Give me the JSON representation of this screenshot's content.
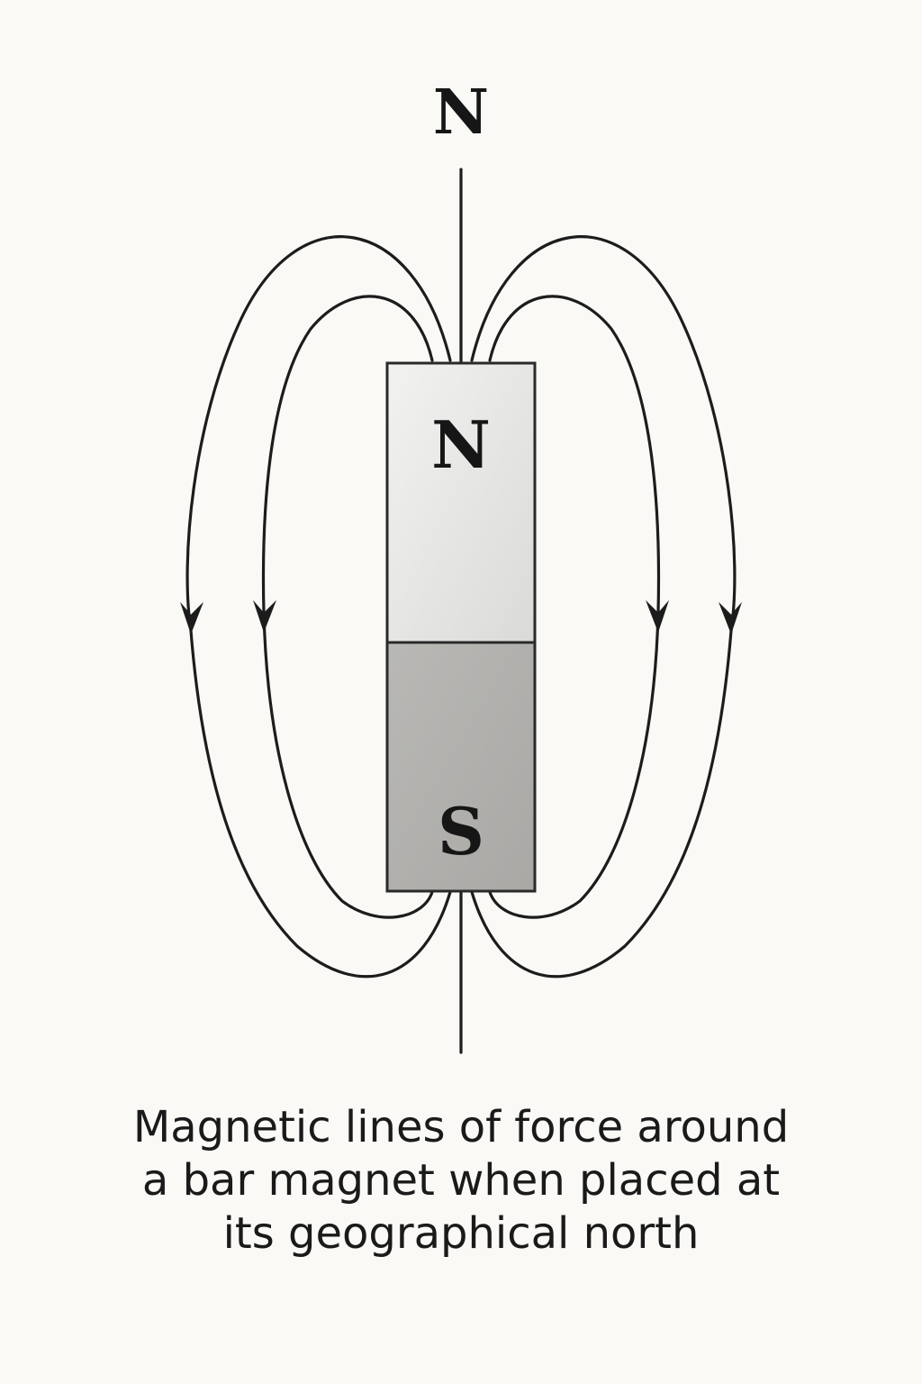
{
  "diagram": {
    "geographic_north_label": "N",
    "magnet": {
      "north_label": "N",
      "south_label": "S"
    },
    "colors": {
      "north_half": "#ebebea",
      "south_half": "#b5b4b1",
      "lines": "#1c1c1c",
      "background": "#faf9f6"
    },
    "field_line_direction": "downward"
  },
  "caption": {
    "lines": [
      "Magnetic lines of force around",
      "a bar magnet when placed at",
      "its geographical north"
    ]
  }
}
